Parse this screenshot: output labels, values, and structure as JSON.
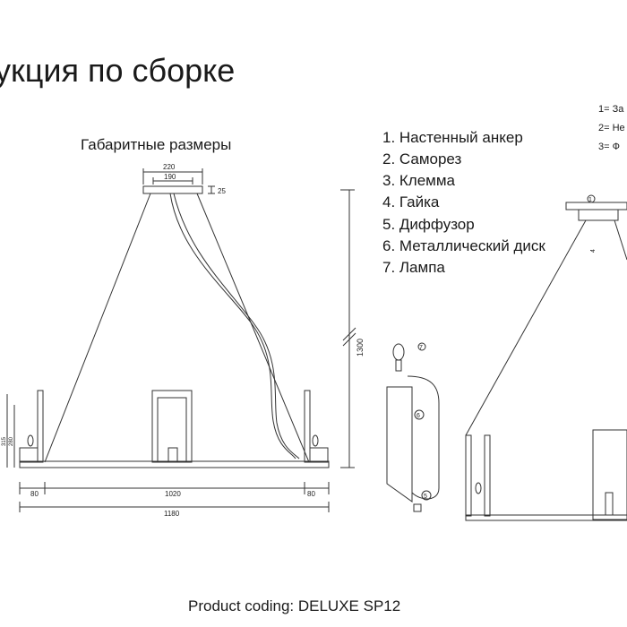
{
  "heading": "укция по сборке",
  "dimensions": {
    "title": "Габаритные размеры",
    "top_width_outer": "220",
    "top_width_inner": "190",
    "canopy_height": "25",
    "total_height": "1300",
    "side_height_1": "315",
    "side_height_2": "280",
    "left_offset": "80",
    "middle_span": "1020",
    "right_offset": "80",
    "total_width": "1180"
  },
  "parts": [
    "1. Настенный анкер",
    "2. Саморез",
    "3. Клемма",
    "4. Гайка",
    "5. Диффузор",
    "6. Металлический диск",
    "7. Лампа"
  ],
  "legend": [
    "1= За",
    "2= Не",
    "3= Ф"
  ],
  "callouts": {
    "n7": "7",
    "n6": "6",
    "n5": "5",
    "n4": "4",
    "n1": "1"
  },
  "footer": "Product coding: DELUXE SP12"
}
